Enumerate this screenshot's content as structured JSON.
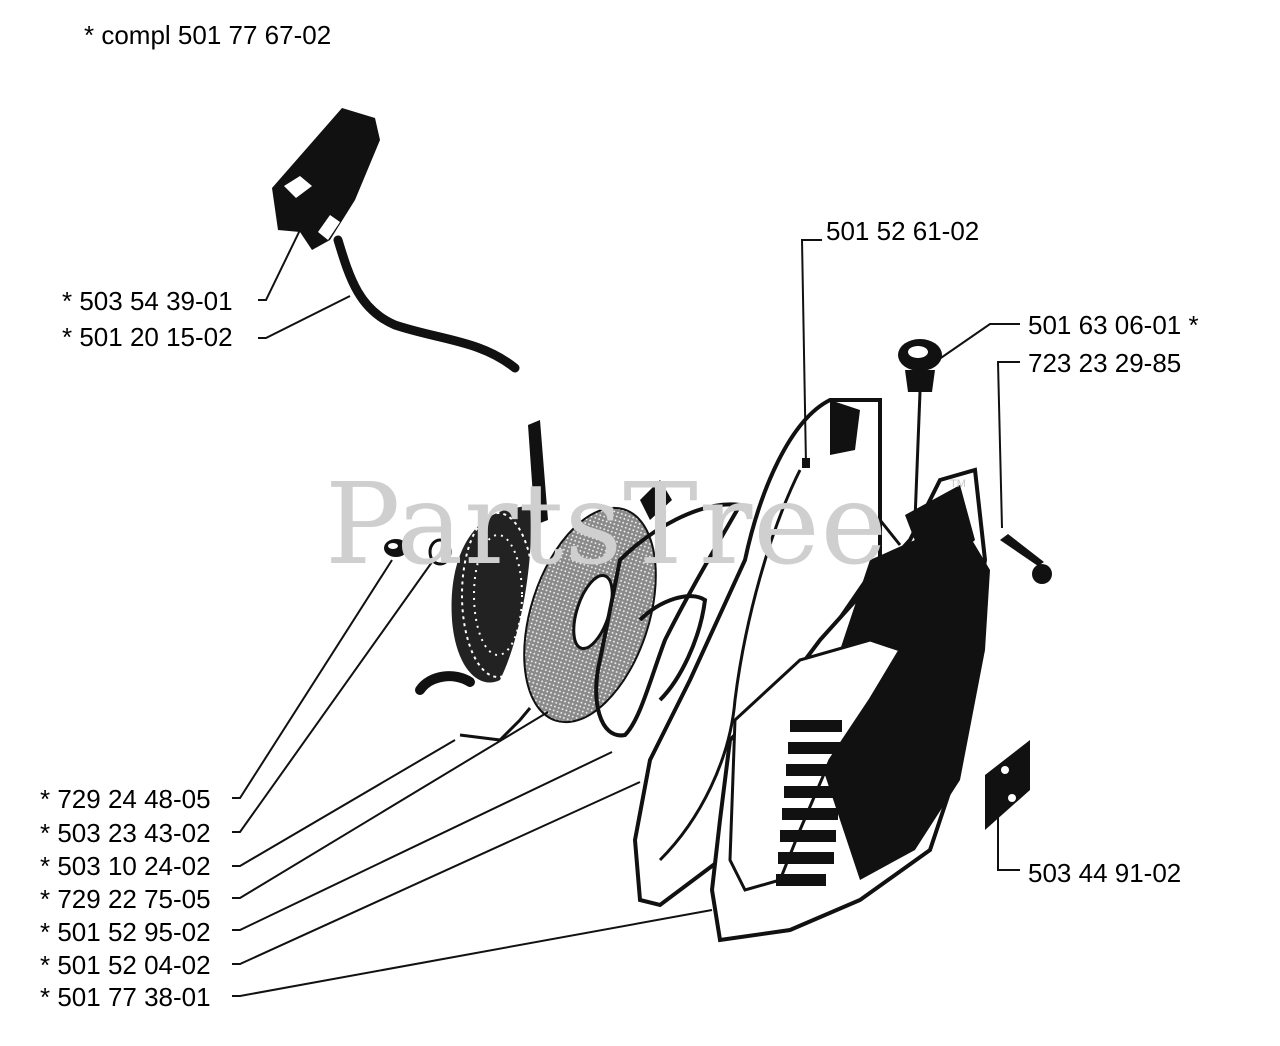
{
  "header": {
    "assembly_label": "*  compl 501 77 67-02"
  },
  "watermark": {
    "text": "PartsTree",
    "tm": "TM"
  },
  "parts": [
    {
      "id": "p1",
      "text": "*  503 54 39-01"
    },
    {
      "id": "p2",
      "text": "*  501 20 15-02"
    },
    {
      "id": "p3",
      "text": "501 52 61-02"
    },
    {
      "id": "p4",
      "text": "501 63 06-01  *"
    },
    {
      "id": "p5",
      "text": "723 23 29-85"
    },
    {
      "id": "p6",
      "text": "*  729 24 48-05"
    },
    {
      "id": "p7",
      "text": "*  503 23 43-02"
    },
    {
      "id": "p8",
      "text": "*  503 10 24-02"
    },
    {
      "id": "p9",
      "text": "*  729 22 75-05"
    },
    {
      "id": "p10",
      "text": "*  501 52 95-02"
    },
    {
      "id": "p11",
      "text": "*  501 52 04-02"
    },
    {
      "id": "p12",
      "text": "*  501 77 38-01"
    },
    {
      "id": "p13",
      "text": "503 44 91-02"
    }
  ]
}
